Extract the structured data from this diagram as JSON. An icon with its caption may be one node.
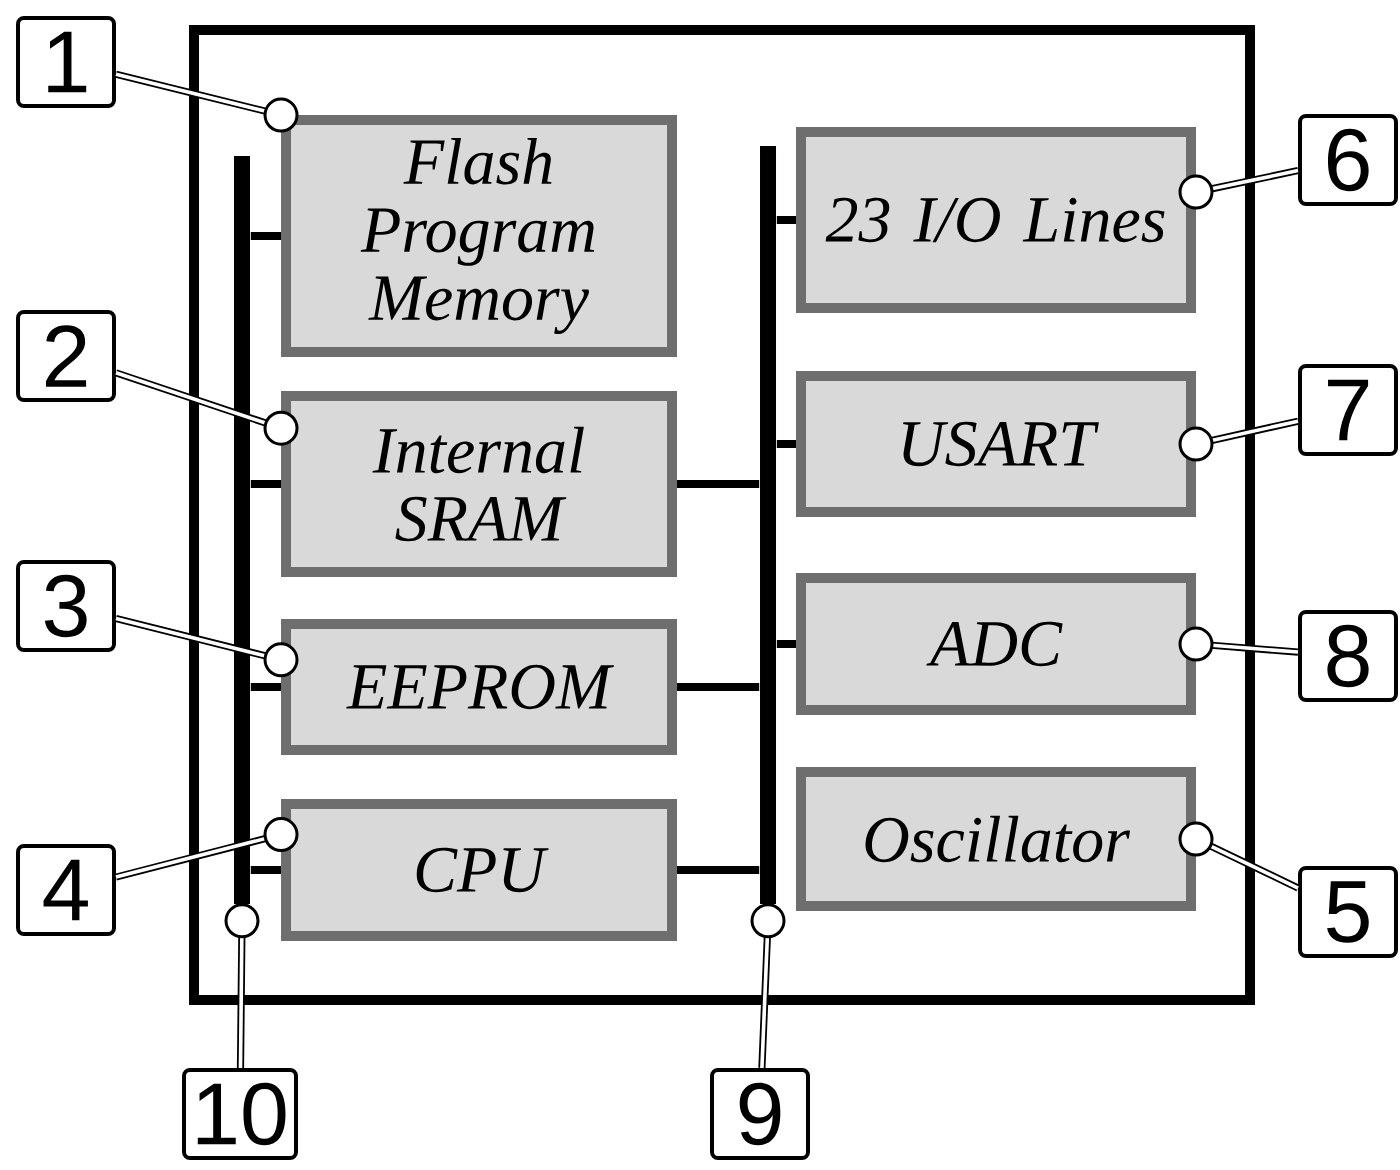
{
  "diagram": {
    "nodes": [
      {
        "text": [],
        "shape": "box"
      },
      {
        "text": [
          "Flash Program Memory"
        ],
        "in": 0
      },
      {
        "text": [
          "Internal SRAM"
        ],
        "in": 0
      },
      {
        "text": [
          "EEPROM"
        ],
        "in": 0
      },
      {
        "text": [
          "CPU"
        ],
        "in": 0
      },
      {
        "text": [
          "23 I/O Lines"
        ],
        "in": 0
      },
      {
        "text": [
          "USART"
        ],
        "in": 0
      },
      {
        "text": [
          "ADC"
        ],
        "in": 0
      },
      {
        "text": [
          "Oscillator"
        ],
        "in": 0
      },
      {
        "text": [],
        "shape": "bar",
        "in": 0
      },
      {
        "text": [],
        "shape": "bar",
        "in": 0
      },
      {
        "text": [
          "1"
        ]
      },
      {
        "text": [
          "2"
        ]
      },
      {
        "text": [
          "3"
        ]
      },
      {
        "text": [
          "4"
        ]
      },
      {
        "text": [
          "6"
        ]
      },
      {
        "text": [
          "7"
        ]
      },
      {
        "text": [
          "8"
        ]
      },
      {
        "text": [
          "5"
        ]
      },
      {
        "text": [
          "10"
        ]
      },
      {
        "text": [
          "9"
        ]
      }
    ],
    "edges": [
      {
        "from": 11,
        "to": 1,
        "arrow": "other"
      },
      {
        "from": 12,
        "to": 2,
        "arrow": "other"
      },
      {
        "from": 13,
        "to": 3,
        "arrow": "other"
      },
      {
        "from": 14,
        "to": 4,
        "arrow": "other"
      },
      {
        "from": 15,
        "to": 5,
        "arrow": "other"
      },
      {
        "from": 16,
        "to": 6,
        "arrow": "other"
      },
      {
        "from": 17,
        "to": 7,
        "arrow": "other"
      },
      {
        "from": 18,
        "to": 8,
        "arrow": "other"
      },
      {
        "from": 19,
        "to": 9,
        "arrow": "other"
      },
      {
        "from": 20,
        "to": 10,
        "arrow": "other"
      },
      {
        "from": 9,
        "to": 1,
        "arrow": "none"
      },
      {
        "from": 9,
        "to": 2,
        "arrow": "none"
      },
      {
        "from": 9,
        "to": 3,
        "arrow": "none"
      },
      {
        "from": 9,
        "to": 4,
        "arrow": "none"
      },
      {
        "from": 10,
        "to": 5,
        "arrow": "none"
      },
      {
        "from": 10,
        "to": 6,
        "arrow": "none"
      },
      {
        "from": 10,
        "to": 7,
        "arrow": "none"
      },
      {
        "from": 2,
        "to": 10,
        "arrow": "none"
      },
      {
        "from": 3,
        "to": 10,
        "arrow": "none"
      },
      {
        "from": 4,
        "to": 10,
        "arrow": "none"
      }
    ]
  }
}
